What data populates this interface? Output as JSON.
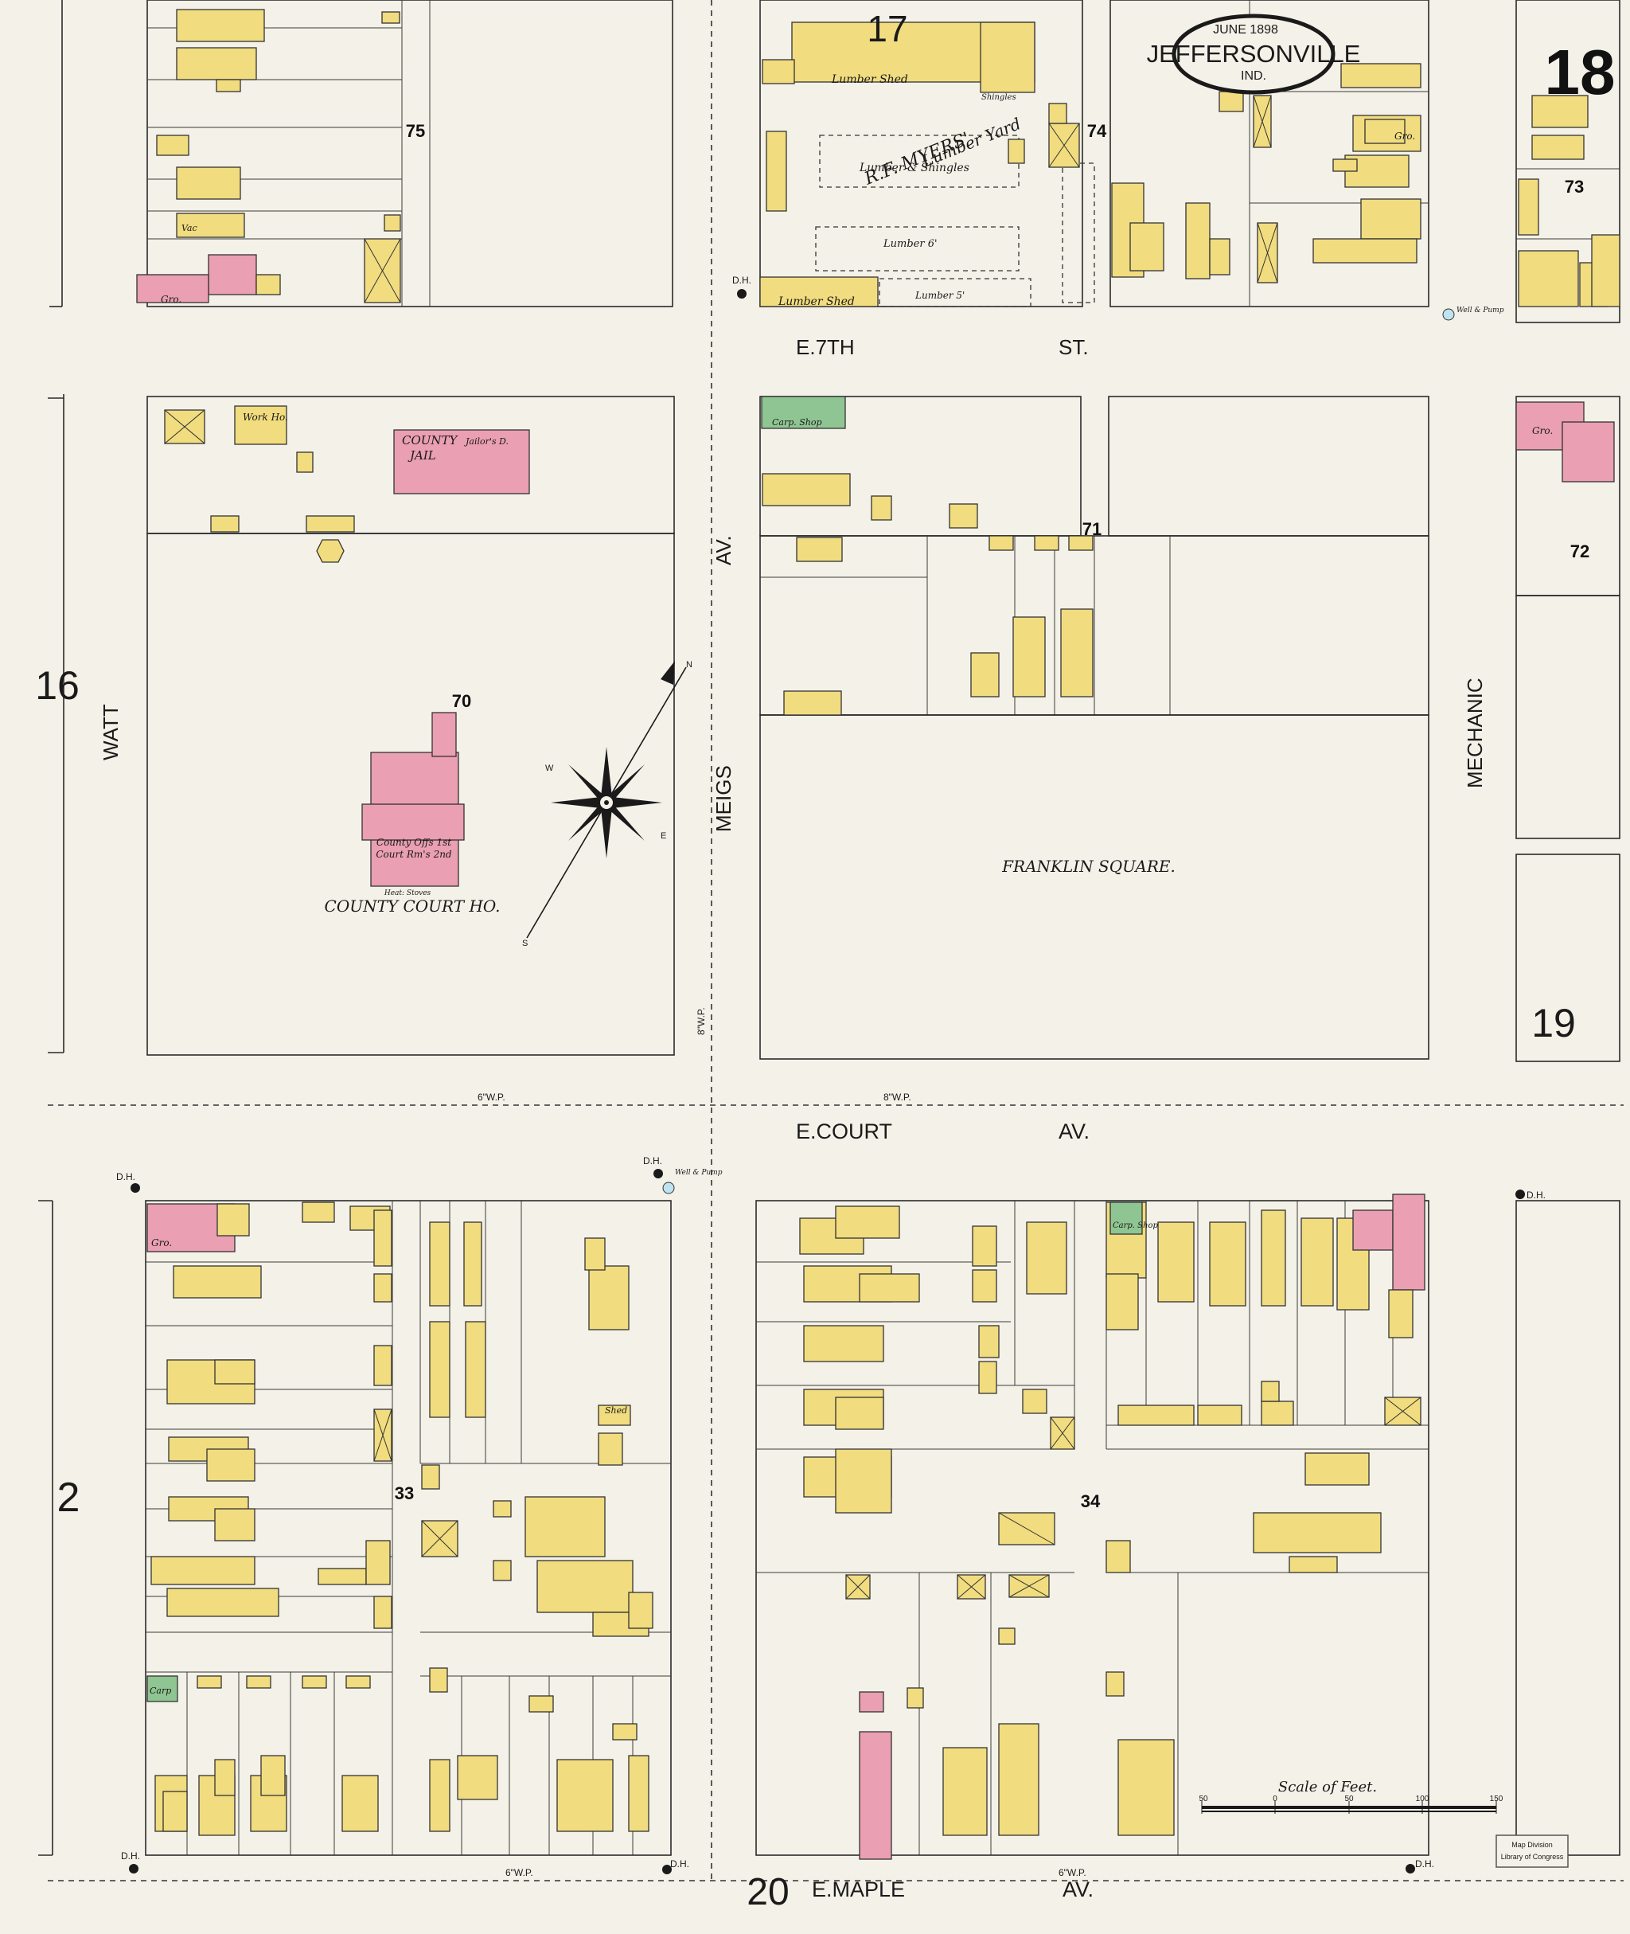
{
  "title": {
    "date": "JUNE 1898",
    "city": "JEFFERSONVILLE",
    "state": "IND.",
    "sheet_number": "18"
  },
  "streets": {
    "e7th_a": "E.7TH",
    "e7th_b": "ST.",
    "ecourt_a": "E.COURT",
    "ecourt_b": "AV.",
    "emaple_a": "E.MAPLE",
    "emaple_b": "AV.",
    "watt": "WATT",
    "meigs_a": "MEIGS",
    "meigs_b": "AV.",
    "mechanic": "MECHANIC"
  },
  "adjoining_sheets": [
    "17",
    "16",
    "2",
    "20",
    "19"
  ],
  "block_numbers": [
    "75",
    "74",
    "73",
    "72",
    "71",
    "70",
    "33",
    "34"
  ],
  "labels": {
    "lumber_yard_1": "R.F. MYERS'",
    "lumber_yard_2": "Lumber Yard",
    "lumber_yard_3": "Lumber & Shingles",
    "lumber_shed": "Lumber Shed",
    "lumber_6": "Lumber 6'",
    "lumber_5": "Lumber 5'",
    "shingles": "Shingles",
    "county_jail_1": "COUNTY",
    "county_jail_2": "JAIL",
    "jailors": "Jailor's D.",
    "work_ho": "Work Ho.",
    "county_court_ho": "COUNTY COURT HO.",
    "county_offs": "County Offs 1st",
    "court_rms": "Court Rm's 2nd",
    "heat_stoves": "Heat: Stoves",
    "franklin_square": "FRANKLIN  SQUARE.",
    "carp_shop": "Carp. Shop",
    "gro": "Gro.",
    "shed": "Shed",
    "carp": "Carp",
    "dh": "D.H.",
    "well_pump": "Well & Pump",
    "vac": "Vac",
    "water_pipe_6": "6\"W.P.",
    "water_pipe_8": "8\"W.P.",
    "scale_title": "Scale of Feet.",
    "scale_ticks": [
      "50",
      "0",
      "50",
      "100",
      "150"
    ],
    "stamp_1": "Map Division",
    "stamp_2": "Library of Congress"
  },
  "compass": {
    "north": "N",
    "south": "S",
    "east": "E",
    "west": "W"
  },
  "colors": {
    "paper": "#f4f1e8",
    "frame_dwelling": "#f1dc7f",
    "brick": "#ea9fb2",
    "stone_or_special": "#8fc592",
    "ink": "#1a1a1a"
  }
}
